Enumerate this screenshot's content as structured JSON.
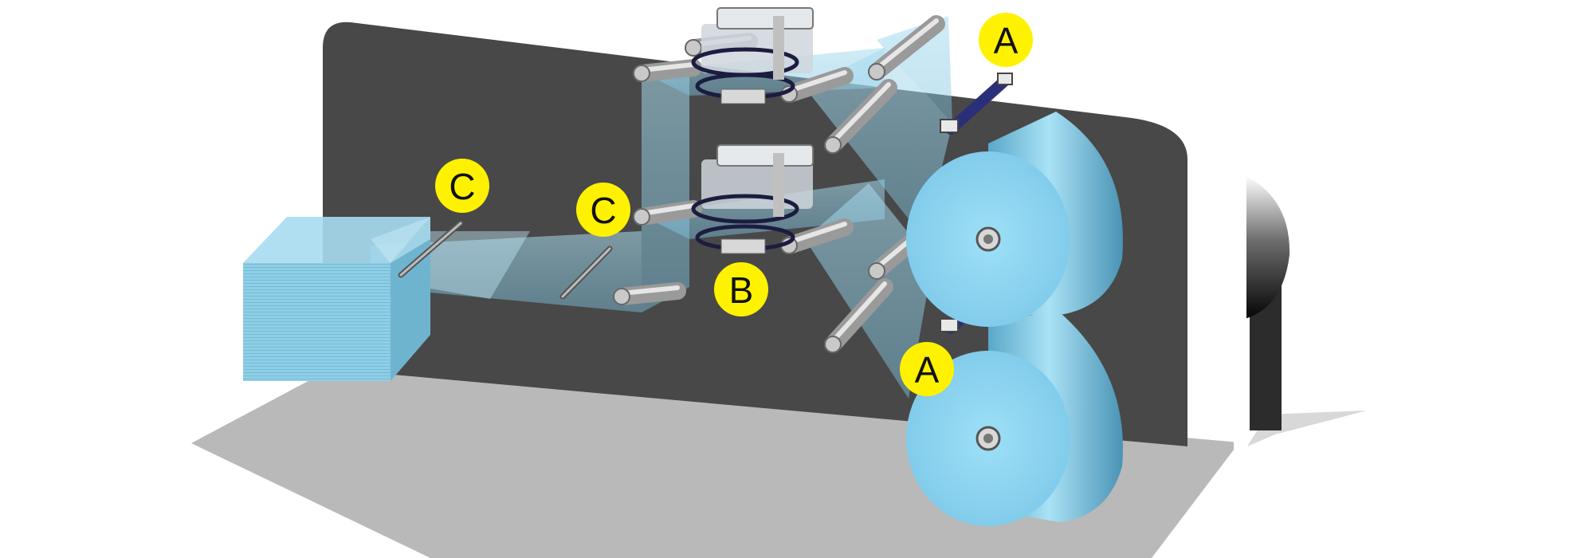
{
  "colors": {
    "background": "#ffffff",
    "panel": "#4a4a4a",
    "floor": "#b8b8b8",
    "film": "#8ecfe8",
    "roll": "#89d2ef",
    "roller": "#c9c9c9",
    "callout": "#fff200",
    "bar": "#2b2f7a"
  },
  "callouts": {
    "a_top": "A",
    "a_bottom": "A",
    "b": "B",
    "c_left": "C",
    "c_right": "C"
  },
  "icons": [
    "film-roll-icon",
    "roller-icon",
    "sealing-jaw-icon",
    "cutter-bar-icon",
    "stack-icon"
  ]
}
